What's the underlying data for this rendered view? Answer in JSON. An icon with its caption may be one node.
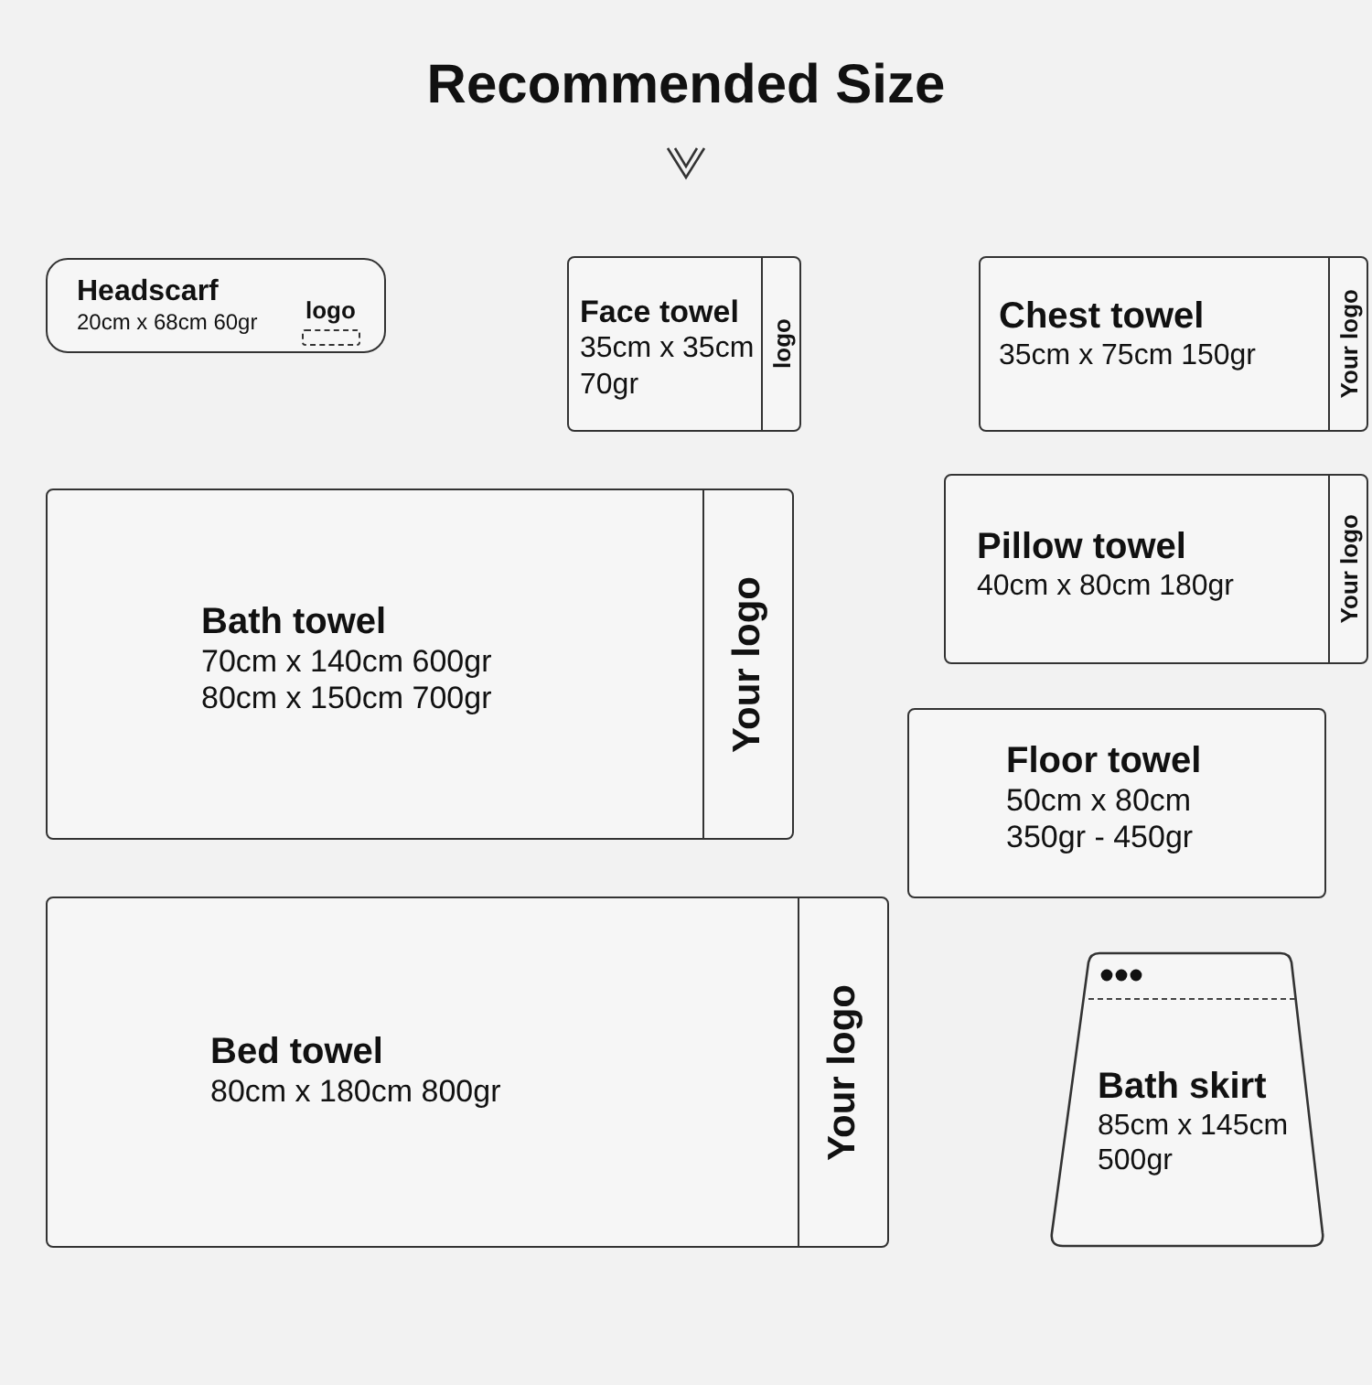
{
  "diagram": {
    "title": "Recommended Size",
    "nodes": [
      {
        "text": [
          "Headscarf",
          "20cm x 68cm 60gr",
          "logo"
        ]
      },
      {
        "text": [
          "Face towel",
          "35cm x 35cm 70gr",
          "logo"
        ]
      },
      {
        "text": [
          "Chest towel",
          "35cm x 75cm 150gr",
          "Your logo"
        ]
      },
      {
        "text": [
          "Bath towel",
          "70cm x 140cm 600gr",
          "80cm x 150cm 700gr",
          "Your logo"
        ]
      },
      {
        "text": [
          "Pillow towel",
          "40cm x 80cm 180gr",
          "Your logo"
        ]
      },
      {
        "text": [
          "Floor towel",
          "50cm x 80cm",
          "350gr - 450gr"
        ]
      },
      {
        "text": [
          "Bed towel",
          "80cm x 180cm 800gr",
          "Your logo"
        ]
      },
      {
        "text": [
          "Bath skirt",
          "85cm x 145cm 500gr"
        ]
      }
    ]
  }
}
